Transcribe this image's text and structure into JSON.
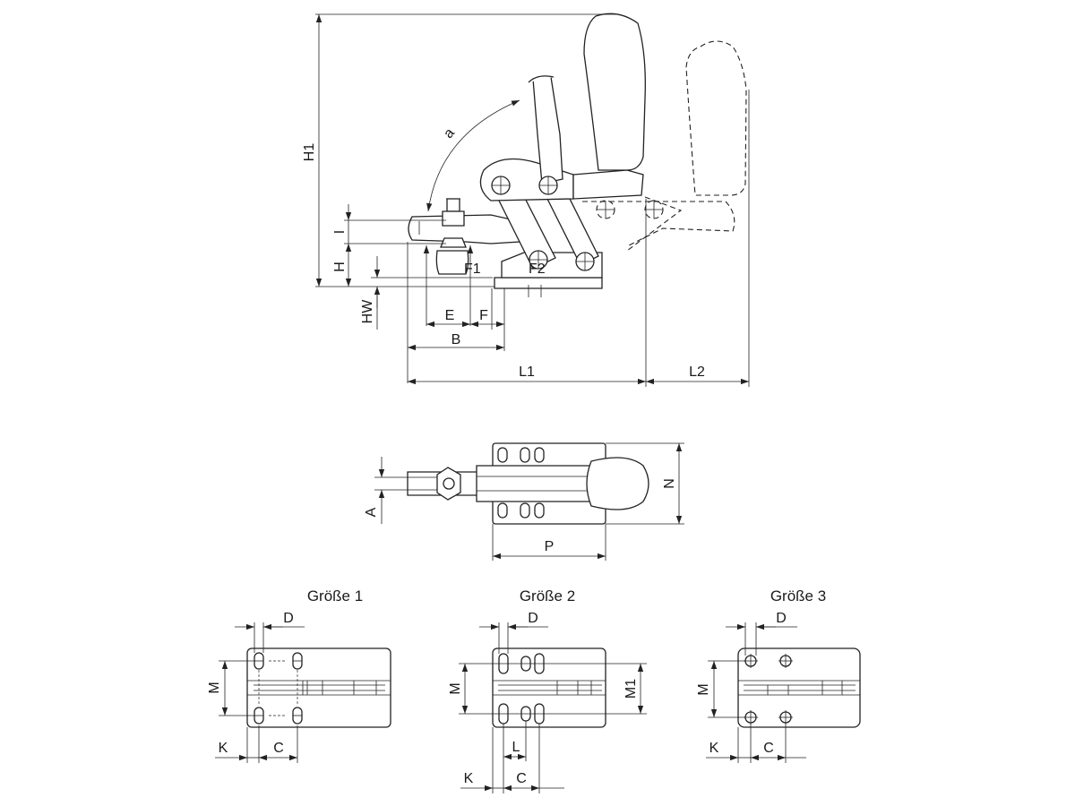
{
  "side_view": {
    "labels": {
      "H1": "H1",
      "a": "a",
      "I": "I",
      "H": "H",
      "HW": "HW",
      "F1": "F1",
      "F2": "F2",
      "E": "E",
      "F": "F",
      "B": "B",
      "L1": "L1",
      "L2": "L2"
    }
  },
  "top_view": {
    "labels": {
      "A": "A",
      "N": "N",
      "P": "P"
    }
  },
  "sizes": [
    {
      "title": "Größe 1",
      "labels": {
        "D": "D",
        "M": "M",
        "K": "K",
        "C": "C"
      }
    },
    {
      "title": "Größe 2",
      "labels": {
        "D": "D",
        "M": "M",
        "M1": "M1",
        "L": "L",
        "K": "K",
        "C": "C"
      }
    },
    {
      "title": "Größe 3",
      "labels": {
        "D": "D",
        "M": "M",
        "K": "K",
        "C": "C"
      }
    }
  ]
}
